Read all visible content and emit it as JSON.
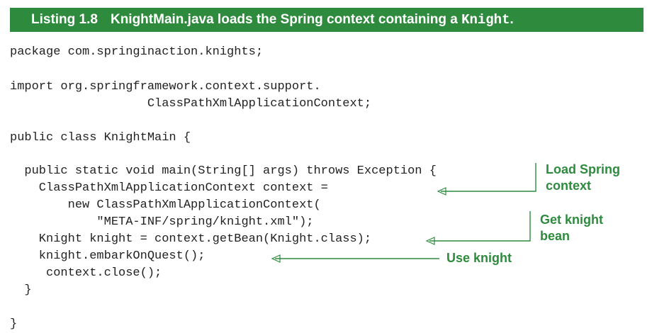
{
  "listing": {
    "number": "Listing 1.8",
    "title_prefix": "KnightMain.java loads the Spring context containing a ",
    "title_code": "Knight",
    "title_suffix": "."
  },
  "code_lines": [
    "package com.springinaction.knights;",
    "",
    "import org.springframework.context.support.",
    "                   ClassPathXmlApplicationContext;",
    "",
    "public class KnightMain {",
    "",
    "  public static void main(String[] args) throws Exception {",
    "    ClassPathXmlApplicationContext context =",
    "        new ClassPathXmlApplicationContext(",
    "            \"META-INF/spring/knight.xml\");",
    "    Knight knight = context.getBean(Knight.class);",
    "    knight.embarkOnQuest();",
    "     context.close();",
    "  }",
    "",
    "}"
  ],
  "annotations": {
    "load_spring_context": [
      "Load Spring",
      "context"
    ],
    "get_knight_bean": [
      "Get knight",
      "bean"
    ],
    "use_knight": [
      "Use knight"
    ]
  },
  "colors": {
    "accent": "#2e8b3e",
    "text": "#222222"
  }
}
